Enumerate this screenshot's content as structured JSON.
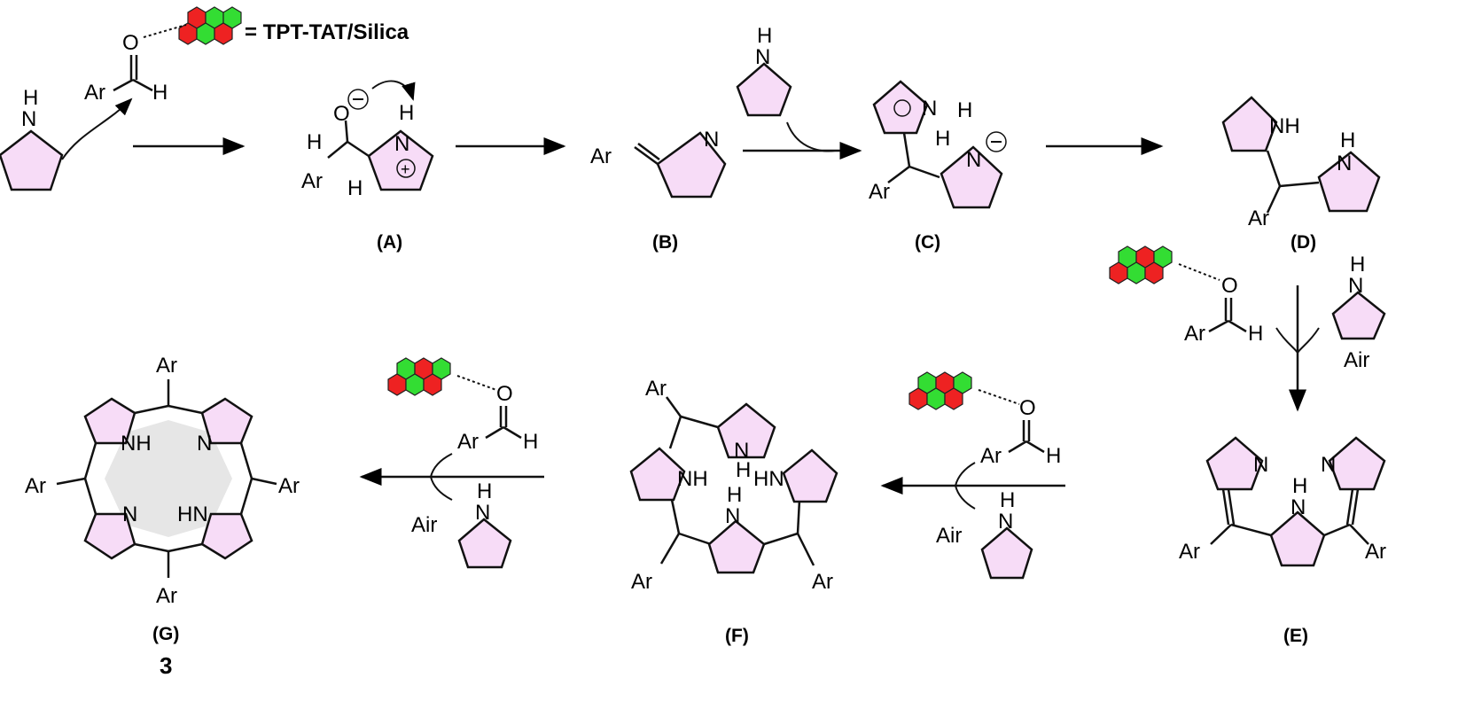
{
  "catalyst": {
    "equals_label": "= TPT-TAT/Silica"
  },
  "atoms": {
    "ar": "Ar",
    "o": "O",
    "h": "H",
    "n": "N",
    "nh": "NH",
    "hn": "HN",
    "air": "Air"
  },
  "intermediates": {
    "A": "(A)",
    "B": "(B)",
    "C": "(C)",
    "D": "(D)",
    "E": "(E)",
    "F": "(F)",
    "G": "(G)"
  },
  "product_number": "3",
  "colors": {
    "ring_fill": "#f7dcf7",
    "porphyrin_core": "#e6e6e6",
    "catalyst_green": "#33dd33",
    "catalyst_red": "#ee2222"
  }
}
